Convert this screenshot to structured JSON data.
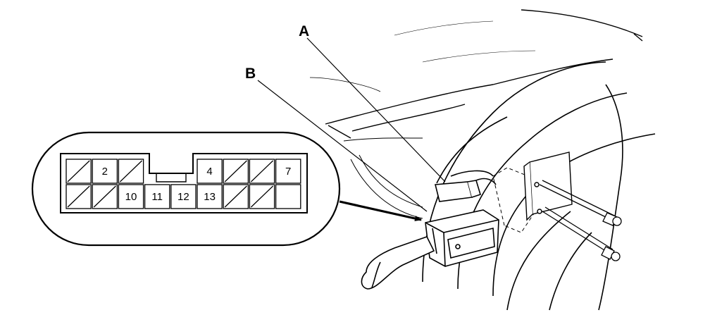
{
  "callouts": {
    "a": "A",
    "b": "B"
  },
  "connector": {
    "top_row": [
      "",
      "2",
      "",
      "",
      "",
      "4",
      "",
      "",
      "7"
    ],
    "bottom_row": [
      "",
      "",
      "10",
      "11",
      "12",
      "13",
      "",
      "",
      ""
    ],
    "blanked_cells": {
      "top": [
        0,
        2,
        6,
        7
      ],
      "bottom": [
        0,
        1,
        6,
        7
      ]
    }
  }
}
